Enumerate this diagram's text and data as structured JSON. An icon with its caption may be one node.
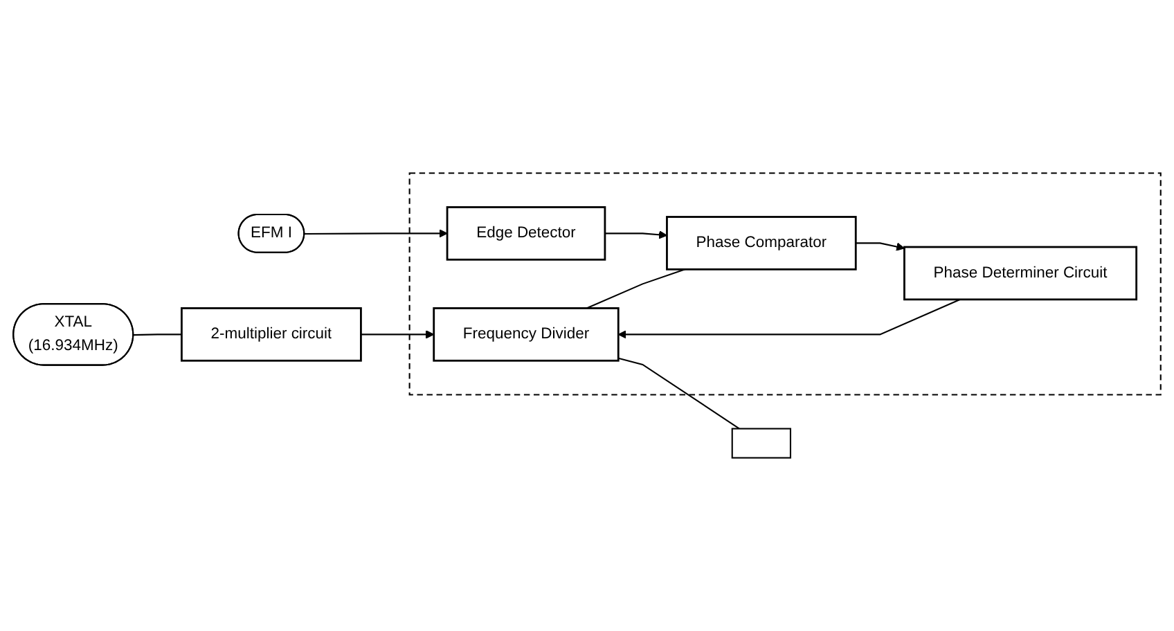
{
  "diagram": {
    "nodes": [
      {
        "text": [
          "XTAL",
          "(16.934MHz)"
        ]
      },
      {
        "text": [
          "2-multiplier circuit"
        ]
      },
      {
        "text": [],
        "shape": "box"
      },
      {
        "text": [
          "Frequency Divider"
        ],
        "in": 2
      },
      {
        "text": [
          "EFM I"
        ]
      },
      {
        "text": [
          "Edge Detector"
        ],
        "in": 2
      },
      {
        "text": [
          "Phase Comparator"
        ],
        "in": 2
      },
      {
        "text": [
          "Phase Determiner Circuit"
        ],
        "in": 2
      },
      {
        "text": [],
        "shape": "box"
      }
    ],
    "edges": [
      {
        "from": 0,
        "to": 1,
        "arrow": "none"
      },
      {
        "from": 1,
        "to": 3,
        "arrow": "to"
      },
      {
        "from": 4,
        "to": 5,
        "arrow": "to"
      },
      {
        "from": 5,
        "to": 6,
        "arrow": "to"
      },
      {
        "from": 6,
        "to": 7,
        "arrow": "to"
      },
      {
        "from": 7,
        "to": 3,
        "arrow": "to"
      },
      {
        "from": 3,
        "to": 6,
        "arrow": "none"
      },
      {
        "from": 3,
        "to": 8,
        "arrow": "none"
      }
    ]
  }
}
